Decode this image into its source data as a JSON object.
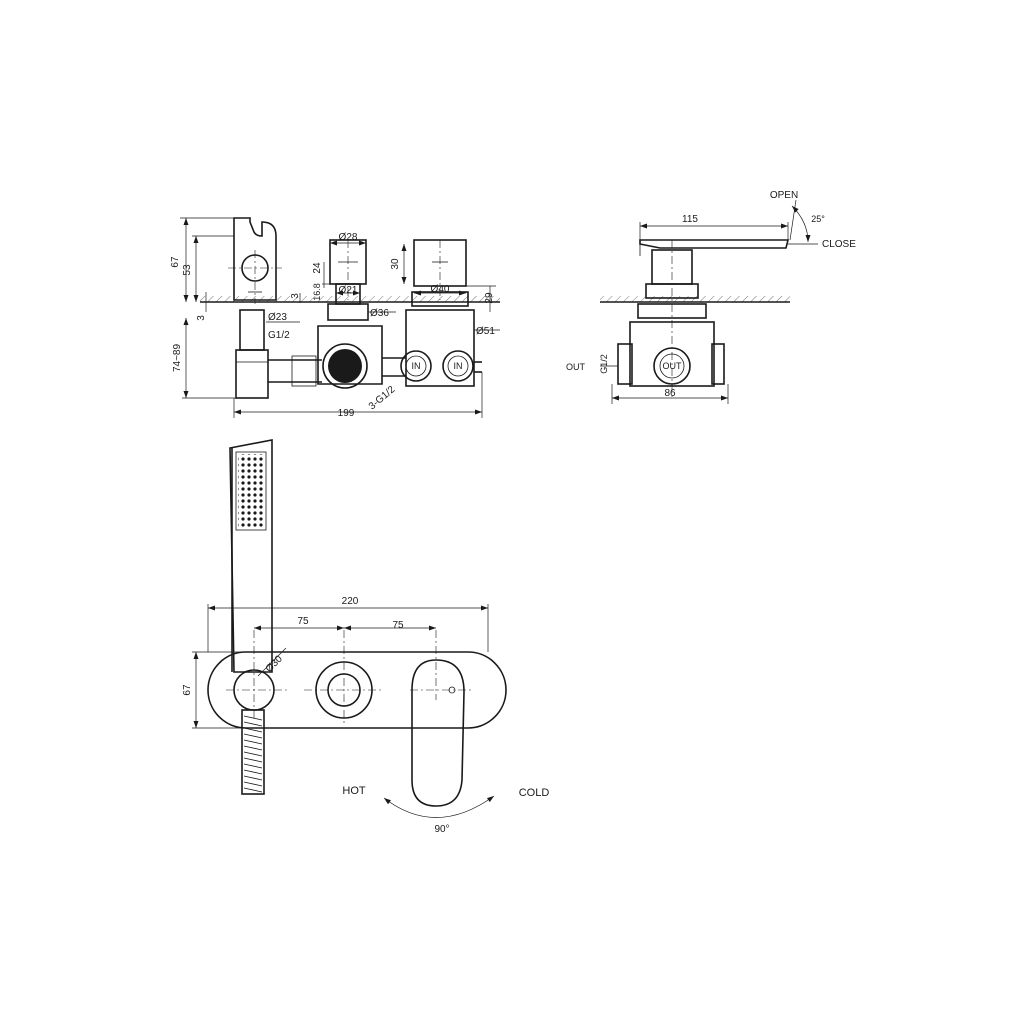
{
  "front_view": {
    "dims": {
      "height_67": "67",
      "height_53": "53",
      "d28": "Ø28",
      "h24": "24",
      "d21": "Ø21",
      "h16_8": "16.8",
      "h3_top": "3",
      "h30": "30",
      "d40": "Ø40",
      "h29": "29",
      "d23": "Ø23",
      "d36": "Ø36",
      "d51": "Ø51",
      "h3_left": "3",
      "thread": "G1/2",
      "depth": "74~89",
      "width": "199",
      "inlets": "3-G1/2"
    },
    "port_in_1": "IN",
    "port_in_2": "IN"
  },
  "side_view": {
    "width_115": "115",
    "angle": "25°",
    "open": "OPEN",
    "close": "CLOSE",
    "out_label": "OUT",
    "thread": "G1/2",
    "port_out": "OUT",
    "width_86": "86"
  },
  "plan_view": {
    "width_220": "220",
    "spacing_left": "75",
    "spacing_right": "75",
    "d30": "Ø30",
    "height_67": "67",
    "hot": "HOT",
    "cold": "COLD",
    "rotation": "90°"
  }
}
